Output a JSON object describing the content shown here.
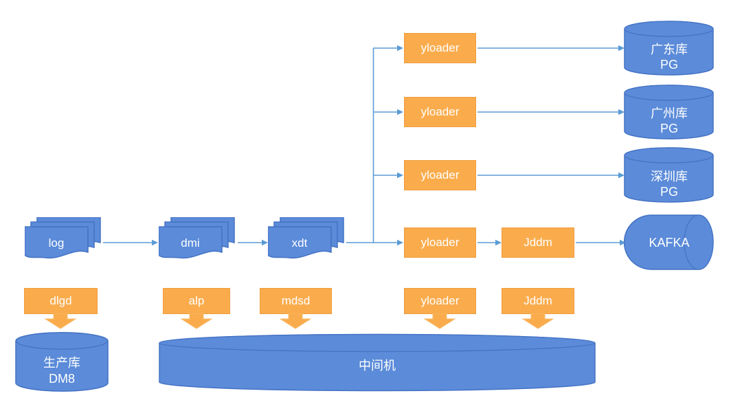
{
  "colors": {
    "blue_fill": "#5B8BD9",
    "blue_border": "#4472C4",
    "orange_fill": "#FAAC4D",
    "orange_border": "#F09C3C",
    "connector_blue": "#5B9BD5",
    "text": "#FFFFFF"
  },
  "flow": {
    "log": "log",
    "dmi": "dmi",
    "xdt": "xdt",
    "yloader": "yloader",
    "jddm": "Jddm"
  },
  "databases": {
    "guangdong": {
      "name": "广东库",
      "type": "PG"
    },
    "guangzhou": {
      "name": "广州库",
      "type": "PG"
    },
    "shenzhen": {
      "name": "深圳库",
      "type": "PG"
    },
    "kafka": {
      "name": "KAFKA"
    },
    "production": {
      "name": "生产库",
      "type": "DM8"
    },
    "middleware": {
      "name": "中间机"
    }
  },
  "deploy": {
    "dlgd": "dlgd",
    "alp": "alp",
    "mdsd": "mdsd",
    "yloader": "yloader",
    "jddm": "Jddm"
  }
}
